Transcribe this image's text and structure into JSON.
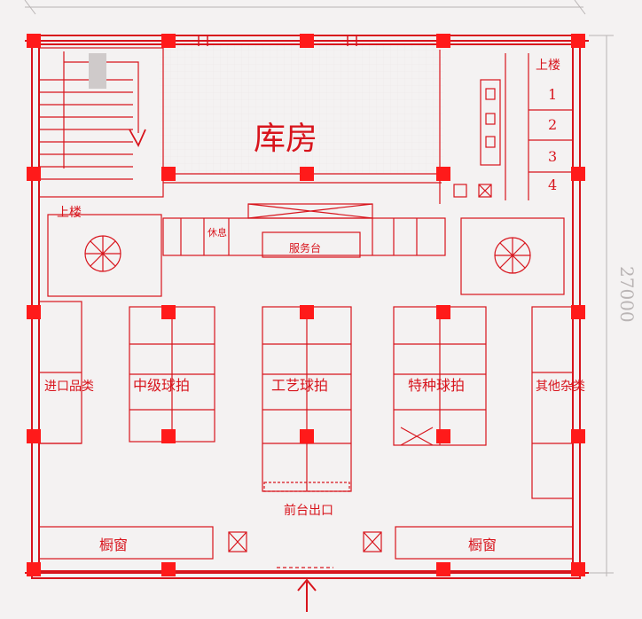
{
  "plan": {
    "dimension": "27000",
    "storage": "库房",
    "upstairs_1": "上楼",
    "upstairs_2": "上楼",
    "rest": "休息",
    "service": "服务台",
    "imported": "进口品类",
    "domestic": "中级球拍",
    "craft": "工艺球拍",
    "special": "特种球拍",
    "other": "其他杂类",
    "center": "前台出口",
    "window_left": "橱窗",
    "window_right": "橱窗",
    "room_numbers": [
      "1",
      "2",
      "3",
      "4"
    ],
    "entrance_icon": "arrow-up-icon"
  },
  "colors": {
    "red": "#d8141c",
    "column": "#ff1a1a",
    "pencil": "#b9b4b4",
    "paper": "#f4f2f2"
  }
}
